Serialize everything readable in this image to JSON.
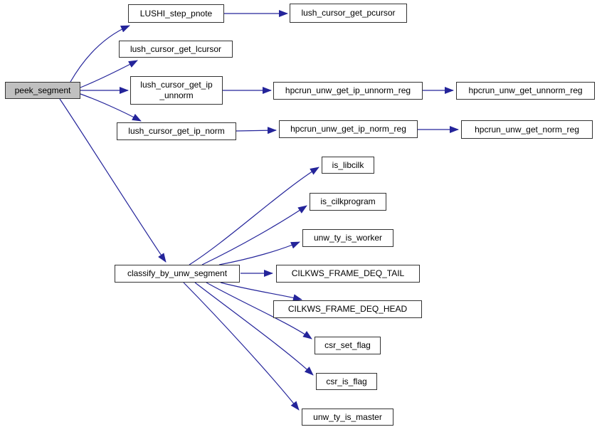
{
  "diagram": {
    "kind": "call-graph",
    "background_color": "#ffffff",
    "edge_color": "#24249a",
    "node_fill": "#ffffff",
    "node_border_color": "#333333",
    "root_node_fill": "#c0c0c0",
    "root_node": "peek_segment"
  },
  "nodes": {
    "peek_segment": {
      "label": "peek_segment"
    },
    "LUSHI_step_pnote": {
      "label": "LUSHI_step_pnote"
    },
    "lush_cursor_get_pcursor": {
      "label": "lush_cursor_get_pcursor"
    },
    "lush_cursor_get_lcursor": {
      "label": "lush_cursor_get_lcursor"
    },
    "lush_cursor_get_ip_unnorm": {
      "label": "lush_cursor_get_ip _unnorm"
    },
    "hpcrun_unw_get_ip_unnorm_reg": {
      "label": "hpcrun_unw_get_ip_unnorm_reg"
    },
    "hpcrun_unw_get_unnorm_reg": {
      "label": "hpcrun_unw_get_unnorm_reg"
    },
    "lush_cursor_get_ip_norm": {
      "label": "lush_cursor_get_ip_norm"
    },
    "hpcrun_unw_get_ip_norm_reg": {
      "label": "hpcrun_unw_get_ip_norm_reg"
    },
    "hpcrun_unw_get_norm_reg": {
      "label": "hpcrun_unw_get_norm_reg"
    },
    "classify_by_unw_segment": {
      "label": "classify_by_unw_segment"
    },
    "is_libcilk": {
      "label": "is_libcilk"
    },
    "is_cilkprogram": {
      "label": "is_cilkprogram"
    },
    "unw_ty_is_worker": {
      "label": "unw_ty_is_worker"
    },
    "CILKWS_FRAME_DEQ_TAIL": {
      "label": "CILKWS_FRAME_DEQ_TAIL"
    },
    "CILKWS_FRAME_DEQ_HEAD": {
      "label": "CILKWS_FRAME_DEQ_HEAD"
    },
    "csr_set_flag": {
      "label": "csr_set_flag"
    },
    "csr_is_flag": {
      "label": "csr_is_flag"
    },
    "unw_ty_is_master": {
      "label": "unw_ty_is_master"
    }
  },
  "edges": [
    {
      "from": "peek_segment",
      "to": "LUSHI_step_pnote"
    },
    {
      "from": "peek_segment",
      "to": "lush_cursor_get_lcursor"
    },
    {
      "from": "peek_segment",
      "to": "lush_cursor_get_ip_unnorm"
    },
    {
      "from": "peek_segment",
      "to": "lush_cursor_get_ip_norm"
    },
    {
      "from": "peek_segment",
      "to": "classify_by_unw_segment"
    },
    {
      "from": "LUSHI_step_pnote",
      "to": "lush_cursor_get_pcursor"
    },
    {
      "from": "lush_cursor_get_ip_unnorm",
      "to": "hpcrun_unw_get_ip_unnorm_reg"
    },
    {
      "from": "hpcrun_unw_get_ip_unnorm_reg",
      "to": "hpcrun_unw_get_unnorm_reg"
    },
    {
      "from": "lush_cursor_get_ip_norm",
      "to": "hpcrun_unw_get_ip_norm_reg"
    },
    {
      "from": "hpcrun_unw_get_ip_norm_reg",
      "to": "hpcrun_unw_get_norm_reg"
    },
    {
      "from": "classify_by_unw_segment",
      "to": "is_libcilk"
    },
    {
      "from": "classify_by_unw_segment",
      "to": "is_cilkprogram"
    },
    {
      "from": "classify_by_unw_segment",
      "to": "unw_ty_is_worker"
    },
    {
      "from": "classify_by_unw_segment",
      "to": "CILKWS_FRAME_DEQ_TAIL"
    },
    {
      "from": "classify_by_unw_segment",
      "to": "CILKWS_FRAME_DEQ_HEAD"
    },
    {
      "from": "classify_by_unw_segment",
      "to": "csr_set_flag"
    },
    {
      "from": "classify_by_unw_segment",
      "to": "csr_is_flag"
    },
    {
      "from": "classify_by_unw_segment",
      "to": "unw_ty_is_master"
    }
  ]
}
